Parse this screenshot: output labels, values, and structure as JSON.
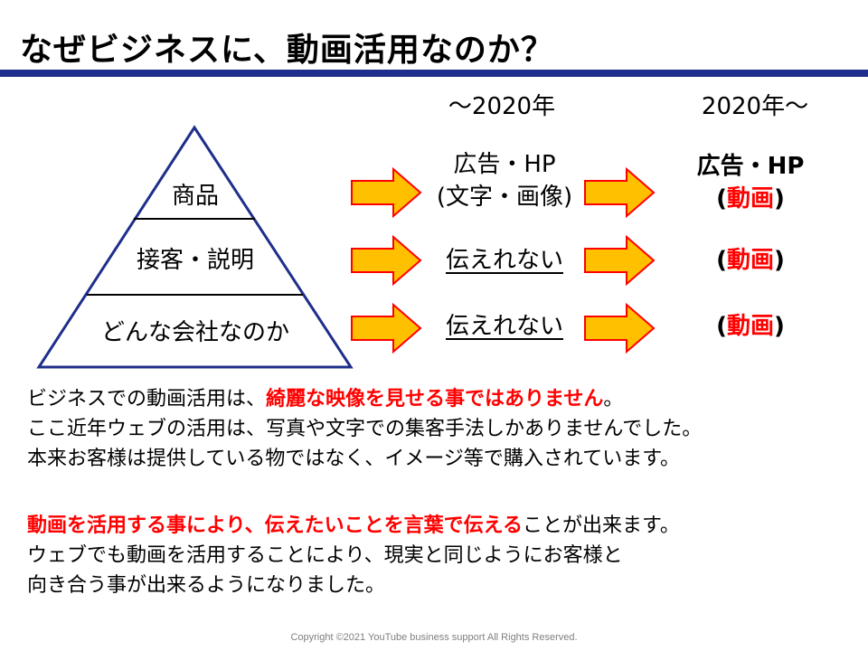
{
  "title": "なぜビジネスに、動画活用なのか？",
  "pyramid": {
    "tiers": [
      "商品",
      "接客・説明",
      "どんな会社なのか"
    ]
  },
  "columns": {
    "before": "～2020年",
    "after": "2020年～"
  },
  "rows": [
    {
      "before_line1": "広告・HP",
      "before_line2": "(文字・画像)",
      "after_line1": "広告・HP",
      "after_open": "(",
      "after_red": "動画",
      "after_close": ")"
    },
    {
      "before_line1": "伝えれない",
      "after_open": "(",
      "after_red": "動画",
      "after_close": ")"
    },
    {
      "before_line1": "伝えれない",
      "after_open": "(",
      "after_red": "動画",
      "after_close": ")"
    }
  ],
  "paragraph1": {
    "line1_plain": "ビジネスでの動画活用は、",
    "line1_red": "綺麗な映像を見せる事ではありません",
    "line1_end": "。",
    "line2": "ここ近年ウェブの活用は、写真や文字での集客手法しかありませんでした。",
    "line3": "本来お客様は提供している物ではなく、イメージ等で購入されています。"
  },
  "paragraph2": {
    "line1_red": "動画を活用する事により、伝えたいことを言葉で伝える",
    "line1_plain": "ことが出来ます。",
    "line2": "ウェブでも動画を活用することにより、現実と同じようにお客様と",
    "line3": "向き合う事が出来るようになりました。"
  },
  "footer": "Copyright ©2021 YouTube  business support   All Rights Reserved.",
  "colors": {
    "accent_bar": "#1f2e8a",
    "pyramid_line": "#1f2e8a",
    "arrow_fill": "#ffc000",
    "arrow_stroke": "#ff0000",
    "highlight": "#ff0000"
  }
}
